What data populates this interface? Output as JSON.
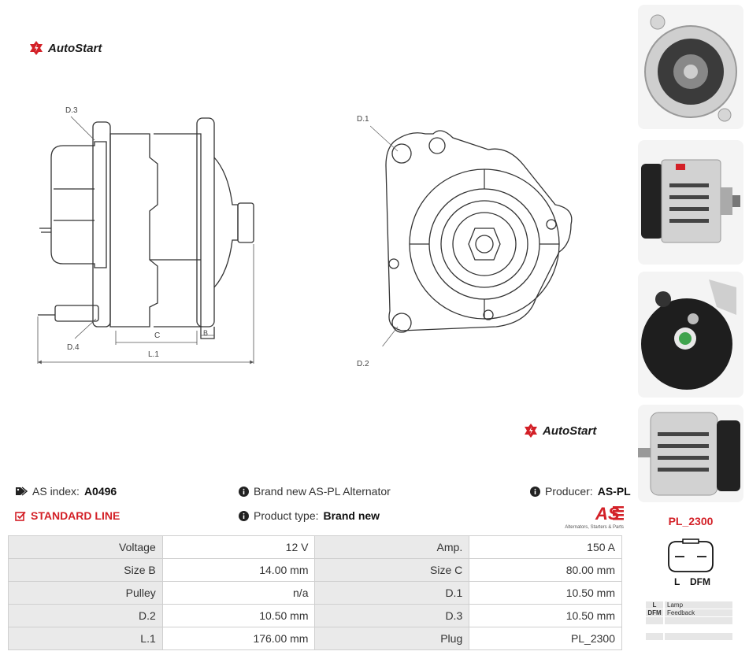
{
  "brand": {
    "name": "AutoStart",
    "color": "#d32027"
  },
  "drawing": {
    "side": {
      "d3": "D.3",
      "d4": "D.4",
      "c": "C",
      "b": "B",
      "l1": "L.1"
    },
    "front": {
      "d1": "D.1",
      "d2": "D.2"
    }
  },
  "info": {
    "as_index_label": "AS index:",
    "as_index_value": "A0496",
    "standard_line": "STANDARD LINE",
    "description": "Brand new AS-PL Alternator",
    "product_type_label": "Product type:",
    "product_type_value": "Brand new",
    "producer_label": "Producer:",
    "producer_value": "AS-PL",
    "producer_logo_caption": "Alternators, Starters & Parts"
  },
  "specs": [
    {
      "label1": "Voltage",
      "value1": "12 V",
      "label2": "Amp.",
      "value2": "150 A"
    },
    {
      "label1": "Size B",
      "value1": "14.00 mm",
      "label2": "Size C",
      "value2": "80.00 mm"
    },
    {
      "label1": "Pulley",
      "value1": "n/a",
      "label2": "D.1",
      "value2": "10.50 mm"
    },
    {
      "label1": "D.2",
      "value1": "10.50 mm",
      "label2": "D.3",
      "value2": "10.50 mm"
    },
    {
      "label1": "L.1",
      "value1": "176.00 mm",
      "label2": "Plug",
      "value2": "PL_2300"
    }
  ],
  "plug": {
    "code": "PL_2300",
    "pin1": "L",
    "pin2": "DFM",
    "legend": [
      {
        "key": "L",
        "desc": "Lamp"
      },
      {
        "key": "DFM",
        "desc": "Feedback"
      }
    ]
  }
}
